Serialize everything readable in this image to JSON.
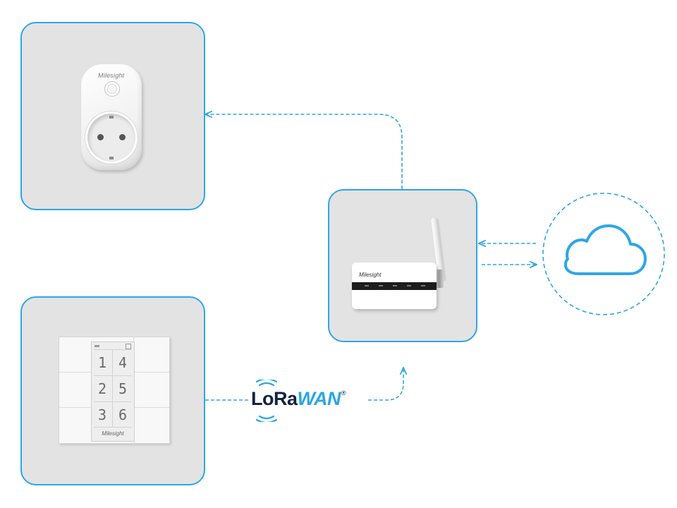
{
  "diagram": {
    "colors": {
      "accent": "#2fa6e6",
      "panel_bg": "#e3e3e3",
      "lorawan_dark": "#12233d",
      "lorawan_blue": "#2aa6e3"
    },
    "devices": {
      "smart_plug": {
        "brand": "Milesight"
      },
      "keypad": {
        "brand": "Milesight",
        "keys": [
          "1",
          "4",
          "2",
          "5",
          "3",
          "6"
        ]
      },
      "gateway": {
        "brand": "Milesight"
      }
    },
    "cloud": {
      "icon": "cloud-icon"
    },
    "lorawan": {
      "lora": "LoRa",
      "wan": "WAN",
      "registered": "®"
    }
  }
}
